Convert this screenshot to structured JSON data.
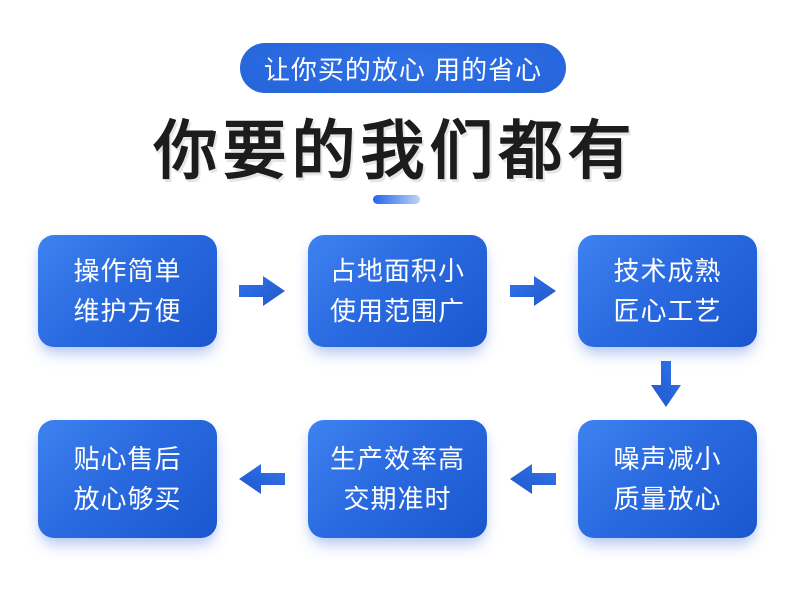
{
  "colors": {
    "page-bg": "#ffffff",
    "heading-color": "#1c1c1c",
    "badge-grad-start": "#2f71e8",
    "badge-grad-end": "#1e58cc",
    "underline-grad-start": "#2563eb",
    "underline-grad-end": "#bcd4f8",
    "box-grad-start": "#3e82f0",
    "box-grad-end": "#1a57cf",
    "arrow-grad-start": "#3374ea",
    "arrow-grad-end": "#1f57cb",
    "box-text": "#ffffff"
  },
  "badge": {
    "label": "让你买的放心 用的省心"
  },
  "heading": {
    "title": "你要的我们都有"
  },
  "flow": {
    "row1": [
      {
        "line1": "操作简单",
        "line2": "维护方便"
      },
      {
        "line1": "占地面积小",
        "line2": "使用范围广"
      },
      {
        "line1": "技术成熟",
        "line2": "匠心工艺"
      }
    ],
    "row2": [
      {
        "line1": "贴心售后",
        "line2": "放心够买"
      },
      {
        "line1": "生产效率高",
        "line2": "交期准时"
      },
      {
        "line1": "噪声减小",
        "line2": "质量放心"
      }
    ]
  }
}
